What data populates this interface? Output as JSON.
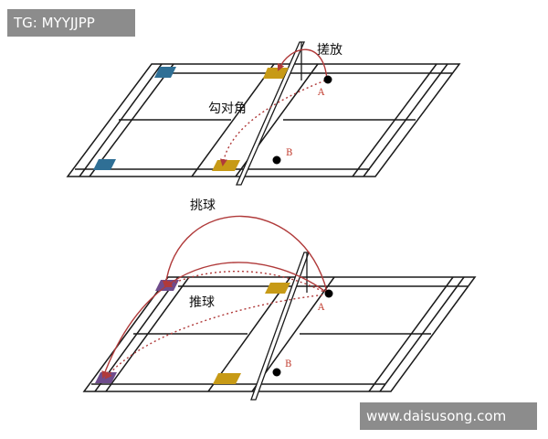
{
  "watermarks": {
    "top": "TG: MYYJJPP",
    "bottom": "www.daisusong.com"
  },
  "diagrams": [
    {
      "shots": [
        {
          "label": "搓放"
        },
        {
          "label": "勾对角"
        }
      ],
      "points": [
        {
          "label": "A"
        },
        {
          "label": "B"
        }
      ]
    },
    {
      "shots": [
        {
          "label": "挑球"
        },
        {
          "label": "推球"
        }
      ],
      "points": [
        {
          "label": "A"
        },
        {
          "label": "B"
        }
      ]
    }
  ],
  "colors": {
    "court_line": "#1a1a1a",
    "trajectory": "#b03a3a",
    "zone_blue": "#2f6f95",
    "zone_gold": "#c79a16",
    "zone_purple": "#6f4c8c",
    "player_dot": "#000000"
  }
}
